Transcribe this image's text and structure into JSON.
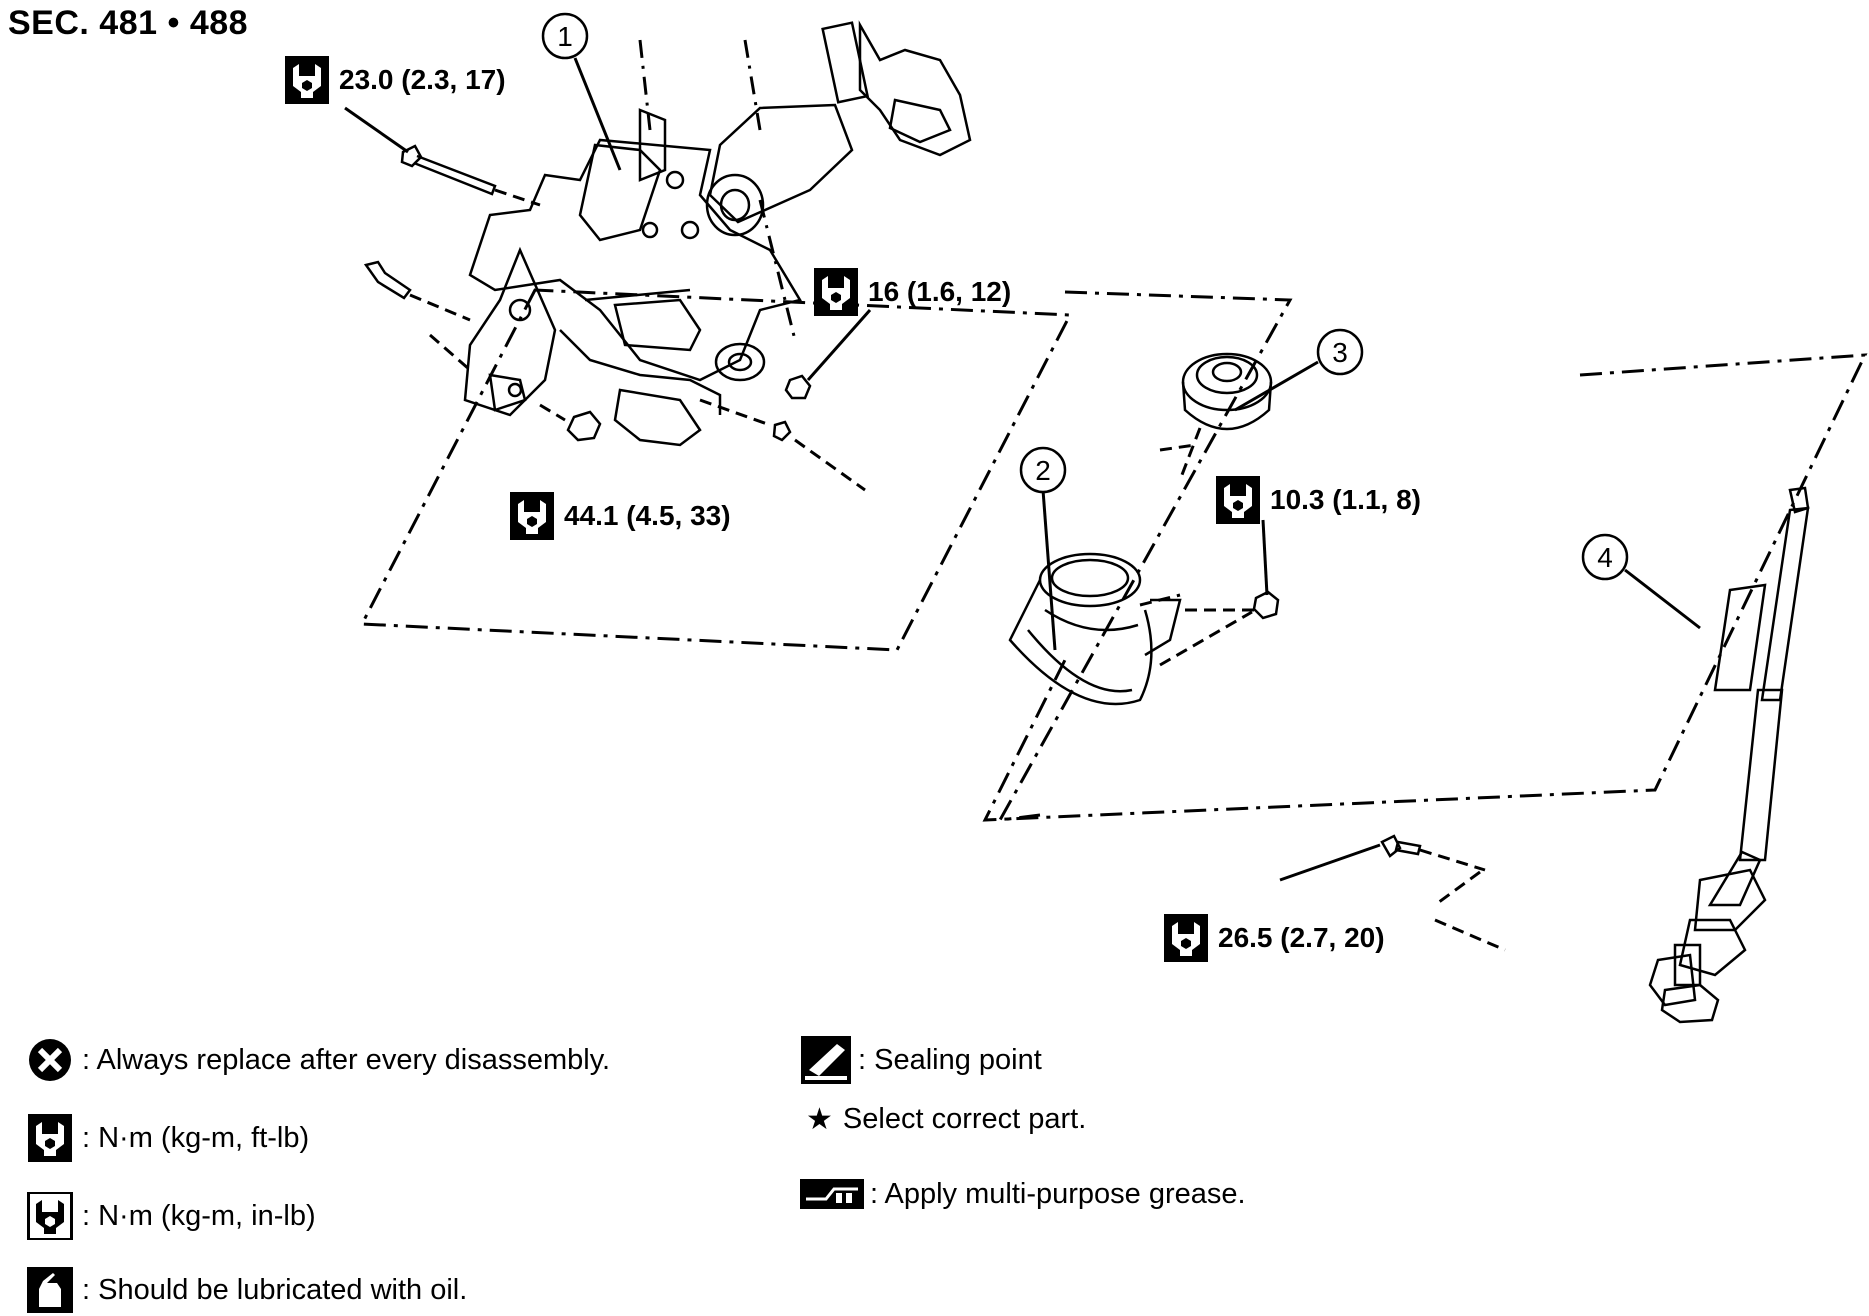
{
  "section": "SEC. 481 • 488",
  "torques": [
    {
      "id": "t1",
      "value": "23.0 (2.3, 17)"
    },
    {
      "id": "t2",
      "value": "16 (1.6, 12)"
    },
    {
      "id": "t3",
      "value": "44.1 (4.5, 33)"
    },
    {
      "id": "t4",
      "value": "10.3 (1.1, 8)"
    },
    {
      "id": "t5",
      "value": "26.5 (2.7, 20)"
    }
  ],
  "callouts": [
    "1",
    "2",
    "3",
    "4"
  ],
  "legend": {
    "replace": ": Always replace after every disassembly.",
    "torque_ftlb": ": N·m (kg-m, ft-lb)",
    "torque_inlb": ": N·m (kg-m, in-lb)",
    "lubricate": ": Should be lubricated with oil.",
    "sealing": ": Sealing point",
    "select": "Select correct part.",
    "grease": ": Apply multi-purpose grease."
  },
  "icons": {
    "torque": "torque-wrench-icon",
    "replace": "replace-x-icon",
    "lubricate": "oil-can-icon",
    "sealing": "sealing-point-icon",
    "select": "star-icon",
    "grease": "grease-gun-icon"
  }
}
